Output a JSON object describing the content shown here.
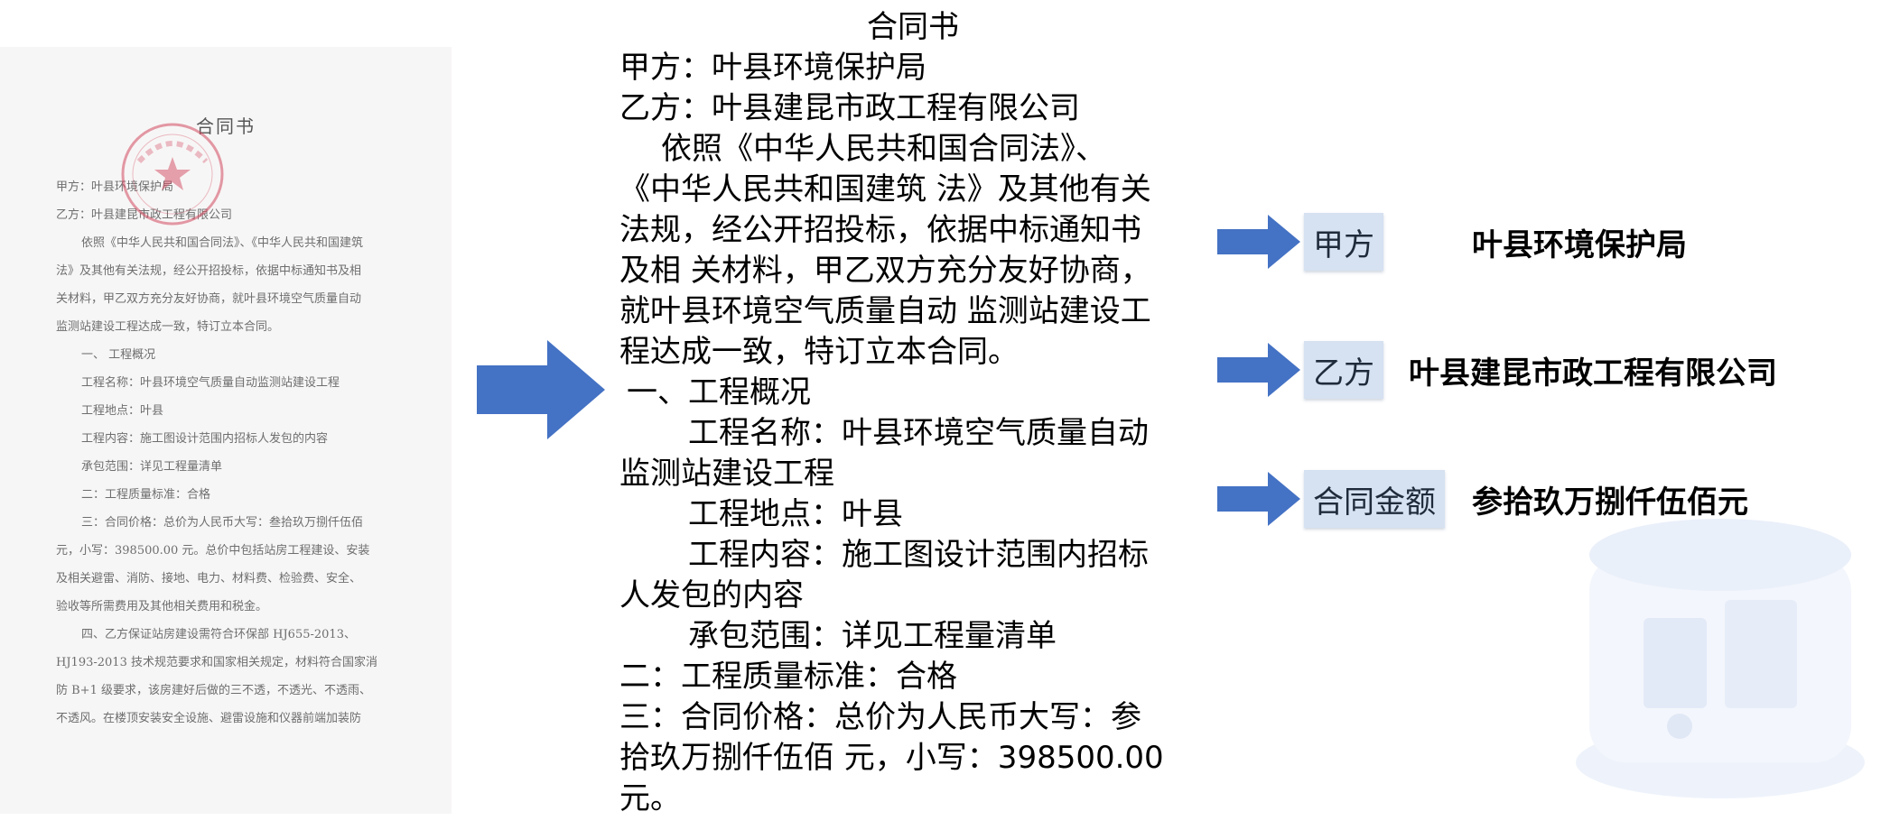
{
  "scan": {
    "title": "合同书",
    "lines": [
      {
        "text": "甲方：叶县环境保护局",
        "indent": 0
      },
      {
        "text": "乙方：叶县建昆市政工程有限公司",
        "indent": 0
      },
      {
        "text": "依照《中华人民共和国合同法》、《中华人民共和国建筑",
        "indent": 1
      },
      {
        "text": "法》及其他有关法规，经公开招投标，依据中标通知书及相",
        "indent": 0
      },
      {
        "text": "关材料，甲乙双方充分友好协商，就叶县环境空气质量自动",
        "indent": 0
      },
      {
        "text": "监测站建设工程达成一致，特订立本合同。",
        "indent": 0
      },
      {
        "text": "一、 工程概况",
        "indent": 1
      },
      {
        "text": "工程名称：叶县环境空气质量自动监测站建设工程",
        "indent": 2
      },
      {
        "text": "工程地点：叶县",
        "indent": 2
      },
      {
        "text": "工程内容：施工图设计范围内招标人发包的内容",
        "indent": 2
      },
      {
        "text": "承包范围：详见工程量清单",
        "indent": 2
      },
      {
        "text": "二：工程质量标准：合格",
        "indent": 2
      },
      {
        "text": "三：合同价格：总价为人民币大写：叁拾玖万捌仟伍佰",
        "indent": 2
      },
      {
        "text": "元，小写：398500.00 元。总价中包括站房工程建设、安装",
        "indent": 0
      },
      {
        "text": "及相关避雷、消防、接地、电力、材料费、检验费、安全、",
        "indent": 0
      },
      {
        "text": "验收等所需费用及其他相关费用和税金。",
        "indent": 0
      },
      {
        "text": "四、乙方保证站房建设需符合环保部 HJ655-2013、",
        "indent": 1
      },
      {
        "text": "HJ193-2013 技术规范要求和国家相关规定，材料符合国家消",
        "indent": 0
      },
      {
        "text": "防 B+1 级要求，该房建好后做的三不透，不透光、不透雨、",
        "indent": 0
      },
      {
        "text": "不透风。在楼顶安装安全设施、避雷设施和仪器前端加装防",
        "indent": 0
      }
    ]
  },
  "transcript": {
    "lines": [
      {
        "text": "合同书",
        "style": "center"
      },
      {
        "text": "甲方：叶县环境保护局",
        "style": "none"
      },
      {
        "text": "乙方：叶县建昆市政工程有限公司",
        "style": "none"
      },
      {
        "text": "依照《中华人民共和国合同法》、",
        "style": "ind1"
      },
      {
        "text": "《中华人民共和国建筑 法》及其他有关",
        "style": "none"
      },
      {
        "text": "法规，经公开招投标，依据中标通知书",
        "style": "none"
      },
      {
        "text": "及相 关材料，甲乙双方充分友好协商，",
        "style": "none"
      },
      {
        "text": "就叶县环境空气质量自动 监测站建设工",
        "style": "none"
      },
      {
        "text": "程达成一致，特订立本合同。",
        "style": "none"
      },
      {
        "text": "一、工程概况",
        "style": "ind0s"
      },
      {
        "text": "工程名称：叶县环境空气质量自动",
        "style": "ind2"
      },
      {
        "text": "监测站建设工程",
        "style": "none"
      },
      {
        "text": "工程地点：叶县",
        "style": "ind2"
      },
      {
        "text": "工程内容：施工图设计范围内招标",
        "style": "ind2"
      },
      {
        "text": "人发包的内容",
        "style": "none"
      },
      {
        "text": "承包范围：详见工程量清单",
        "style": "ind2"
      },
      {
        "text": "二：工程质量标准：合格",
        "style": "none"
      },
      {
        "text": "三：合同价格：总价为人民币大写：参",
        "style": "none"
      },
      {
        "text": "拾玖万捌仟伍佰 元，小写：398500.00",
        "style": "none"
      },
      {
        "text": "元。",
        "style": "none"
      },
      {
        "text": "………",
        "style": "none"
      }
    ]
  },
  "results": [
    {
      "label": "甲方",
      "value": "叶县环境保护局"
    },
    {
      "label": "乙方",
      "value": "叶县建昆市政工程有限公司"
    },
    {
      "label": "合同金额",
      "value": "参拾玖万捌仟伍佰元"
    }
  ],
  "colors": {
    "arrow": "#4472c4",
    "tag_bg": "#d6e1f1",
    "seal": "#d2485e"
  }
}
